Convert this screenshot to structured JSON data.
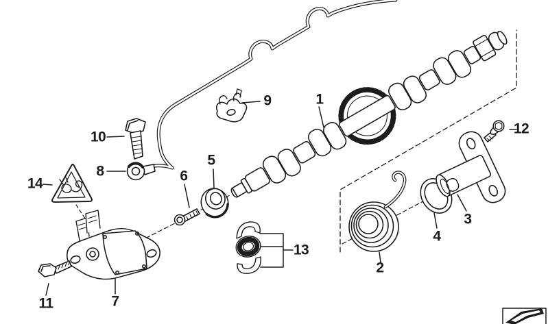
{
  "diagram": {
    "type": "exploded-parts-diagram",
    "colors": {
      "background": "#ffffff",
      "line": "#1c1c1c"
    },
    "parts": {
      "p1": {
        "label": "1"
      },
      "p2": {
        "label": "2"
      },
      "p3": {
        "label": "3"
      },
      "p4": {
        "label": "4"
      },
      "p5": {
        "label": "5"
      },
      "p6": {
        "label": "6"
      },
      "p7": {
        "label": "7"
      },
      "p8": {
        "label": "8"
      },
      "p9": {
        "label": "9"
      },
      "p10": {
        "label": "10"
      },
      "p11": {
        "label": "11"
      },
      "p12": {
        "label": "12"
      },
      "p13": {
        "label": "13"
      },
      "p14": {
        "label": "14"
      }
    },
    "icons": {
      "warning_triangle": "electrical-plug-warning-triangle-icon",
      "logo": "fold-arrow-brand-logo"
    }
  }
}
